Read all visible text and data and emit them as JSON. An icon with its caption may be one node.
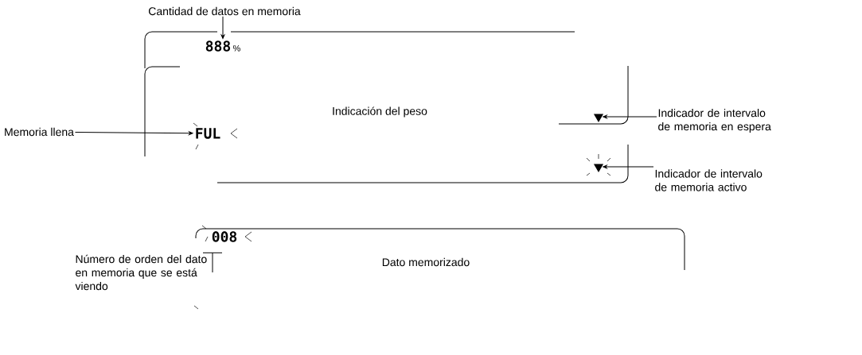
{
  "diagram": {
    "nodes": [
      {
        "text": [
          "Cantidad de datos en memoria"
        ]
      },
      {
        "text": [
          "888",
          "%"
        ]
      },
      {
        "text": [
          "Memoria llena"
        ]
      },
      {
        "text": [
          "FUL"
        ]
      },
      {
        "text": [],
        "shape": "triangle"
      },
      {
        "text": [
          "Indicador de intervalo de memoria en espera"
        ]
      },
      {
        "text": [],
        "shape": "triangle"
      },
      {
        "text": [
          "Indicador de intervalo de memoria activo"
        ]
      },
      {
        "text": [
          "008"
        ]
      },
      {
        "text": [
          "Número de orden del dato en memoria que se está viendo"
        ]
      }
    ],
    "edges": [
      {
        "from": 0,
        "to": 1,
        "arrow": "to"
      },
      {
        "from": 2,
        "to": 3,
        "arrow": "to"
      },
      {
        "from": 5,
        "to": 4,
        "arrow": "to"
      },
      {
        "from": 7,
        "to": 6,
        "arrow": "to"
      },
      {
        "from": 9,
        "to": 8,
        "arrow": "none"
      }
    ],
    "labels": [
      "Indicación del peso",
      "Dato memorizado"
    ]
  }
}
